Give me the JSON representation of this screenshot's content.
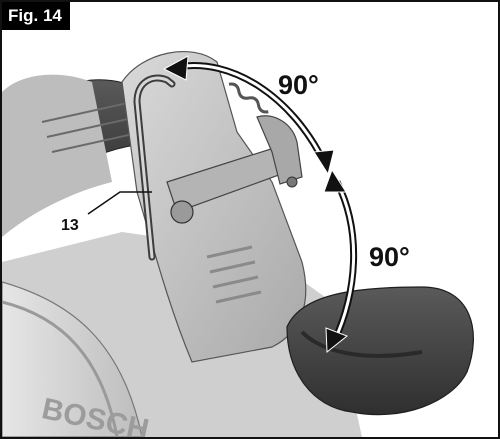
{
  "figure": {
    "label": "Fig. 14",
    "callouts": {
      "angle_top": "90°",
      "angle_right": "90°",
      "reference": "13"
    },
    "brand_text": "BOSCH",
    "colors": {
      "frame": "#111111",
      "label_bg": "#000000",
      "label_text": "#ffffff",
      "tool_body": "#c6c6c6",
      "tool_dark": "#4a4a4a",
      "arrow": "#111111"
    },
    "icons": [
      "double-headed-rotation-arrow",
      "double-headed-rotation-arrow"
    ]
  }
}
